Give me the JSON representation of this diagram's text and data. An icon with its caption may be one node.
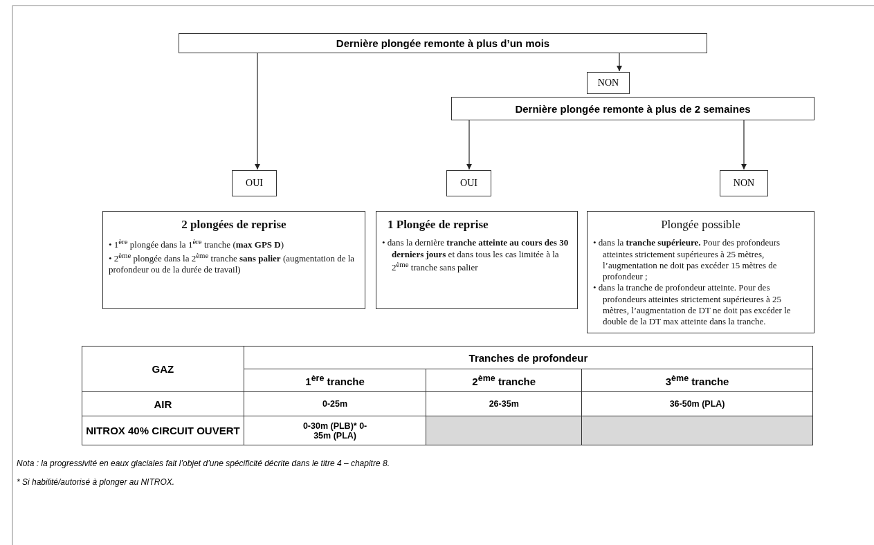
{
  "diagram": {
    "nodes": [
      {
        "text": [
          "Dernière plongée remonte à plus d’un mois"
        ]
      },
      {
        "text": [
          "NON"
        ]
      },
      {
        "text": [
          "Dernière plongée remonte à plus de 2 semaines"
        ]
      },
      {
        "text": [
          "OUI"
        ]
      },
      {
        "text": [
          "OUI"
        ]
      },
      {
        "text": [
          "NON"
        ]
      },
      {
        "text": [
          "2 plongées de reprise",
          "• 1$^{ère}$ plongée dans la 1$^{ère}$ tranche (**max GPS D**)",
          "• 2$^{ème}$ plongée dans la 2$^{ème}$ tranche **sans palier** (augmentation de la profondeur ou de la durée de travail)"
        ]
      },
      {
        "text": [
          "1 Plongée de reprise",
          "• dans la dernière **tranche atteinte au cours des 30 derniers jours** et dans tous les cas limitée à la 2$^{ème}$ tranche sans palier"
        ]
      },
      {
        "text": [
          "Plongée possible",
          "• dans la **tranche supérieure.** Pour des profondeurs atteintes strictement supérieures à 25 mètres, l’augmentation ne doit pas excéder 15 mètres de profondeur ;",
          "• dans la tranche de profondeur atteinte. Pour des profondeurs atteintes strictement supérieures à 25 mètres, l’augmentation de DT ne doit pas excéder le double de la DT max atteinte dans la tranche."
        ]
      }
    ],
    "edges": [
      {
        "from": 0,
        "to": 3,
        "arrow": "to"
      },
      {
        "from": 0,
        "to": 1,
        "arrow": "to"
      },
      {
        "from": 2,
        "to": 4,
        "arrow": "to"
      },
      {
        "from": 2,
        "to": 5,
        "arrow": "to"
      }
    ],
    "labels": [
      "GAZ",
      "Tranches de profondeur",
      "1$^{ère}$ tranche",
      "2$^{ème}$ tranche",
      "3$^{ème}$ tranche",
      "AIR",
      "0-25m",
      "26-35m",
      "36-50m (PLA)",
      "NITROX 40% CIRCUIT OUVERT",
      "0-30m (PLB)* 0-35m (PLA)",
      "Nota : la progressivité en eaux glaciales fait l’objet d’une spécificité décrite dans le titre 4 – chapitre 8.",
      "* Si habilité/autorisé à plonger au NITROX."
    ]
  }
}
